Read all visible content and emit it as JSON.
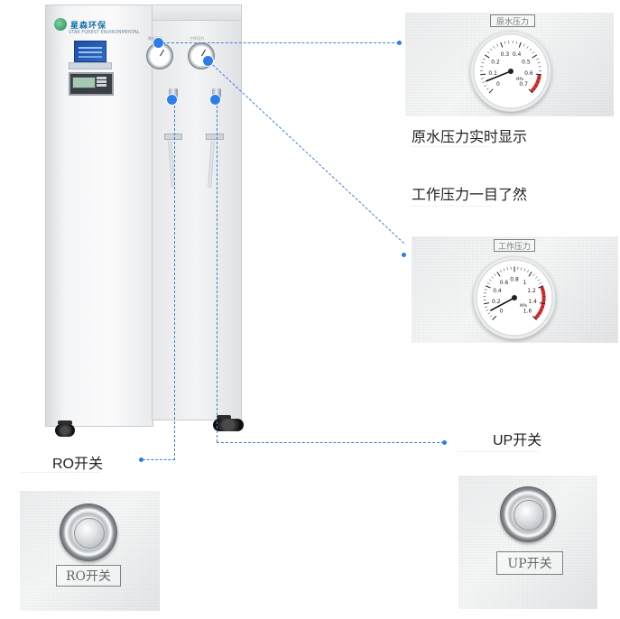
{
  "brand": {
    "name": "星森环保",
    "sub": "STAR FOREST ENVIRONMENTAL"
  },
  "captions": {
    "raw_pressure": "原水压力实时显示",
    "work_pressure": "工作压力一目了然",
    "ro_switch": "RO开关",
    "up_switch": "UP开关"
  },
  "gauge_tags": {
    "raw": "原水压力",
    "work": "工作压力"
  },
  "switch_tags": {
    "ro": "RO开关",
    "up": "UP开关"
  },
  "cabinet_gauge_labels": {
    "left": "原水压力",
    "right": "工作压力"
  },
  "gauges": {
    "raw": {
      "ticks": [
        "0",
        "0.1",
        "0.2",
        "0.3",
        "0.4",
        "0.5",
        "0.6",
        "0.7"
      ],
      "max": 0.7,
      "needle": 0.06,
      "unit": "MPa",
      "red_from": 0.6
    },
    "work": {
      "ticks": [
        "0",
        "0.2",
        "0.4",
        "0.6",
        "0.8",
        "1",
        "1.2",
        "1.4",
        "1.6"
      ],
      "max": 1.6,
      "needle": 0.1,
      "unit": "MPa",
      "red_from": 1.2
    }
  },
  "colors": {
    "accent": "#2b7de9",
    "connector": "#3f7fd6",
    "gauge_red": "#d9302c",
    "text": "#222222"
  },
  "icons": {
    "brand": "leaf-logo-icon",
    "connector_dot": "dot-icon"
  }
}
